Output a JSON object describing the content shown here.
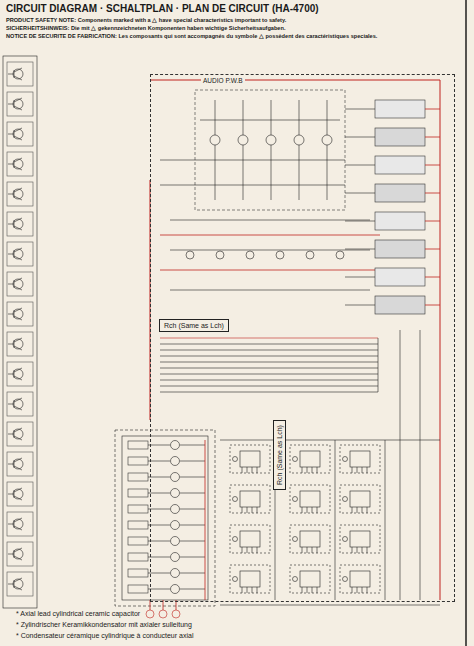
{
  "diagram": {
    "title": "CIRCUIT DIAGRAM · SCHALTPLAN · PLAN DE CIRCUIT (HA-4700)",
    "nodes": [
      {
        "text": [
          "AUDIO P.W.B"
        ]
      },
      {
        "text": [
          "Rch (Same as Lch)"
        ],
        "in": 0
      },
      {
        "text": [
          "Rch (Same as Lch)"
        ],
        "in": 0
      }
    ],
    "labels": [
      "PRODUCT SAFETY NOTE: Components marked with a △ have special characteristics important to safety.",
      "SICHERHEITSHINWEIS: Die mit △ gekennzeichneten Komponenten haben wichtige Sicherheitsaufgaben.",
      "NOTICE DE SECURITE DE FABRICATION: Les composants qui sont accompagnés du symbole △ possèdent des caractéristiques speciales.",
      "* Axial lead cylindrical ceramic capacitor",
      "* Zylindrischer Keramikkondensator mit axialer sulleitung",
      "* Condensateur céramique cylindrique à conducteur axial"
    ]
  }
}
